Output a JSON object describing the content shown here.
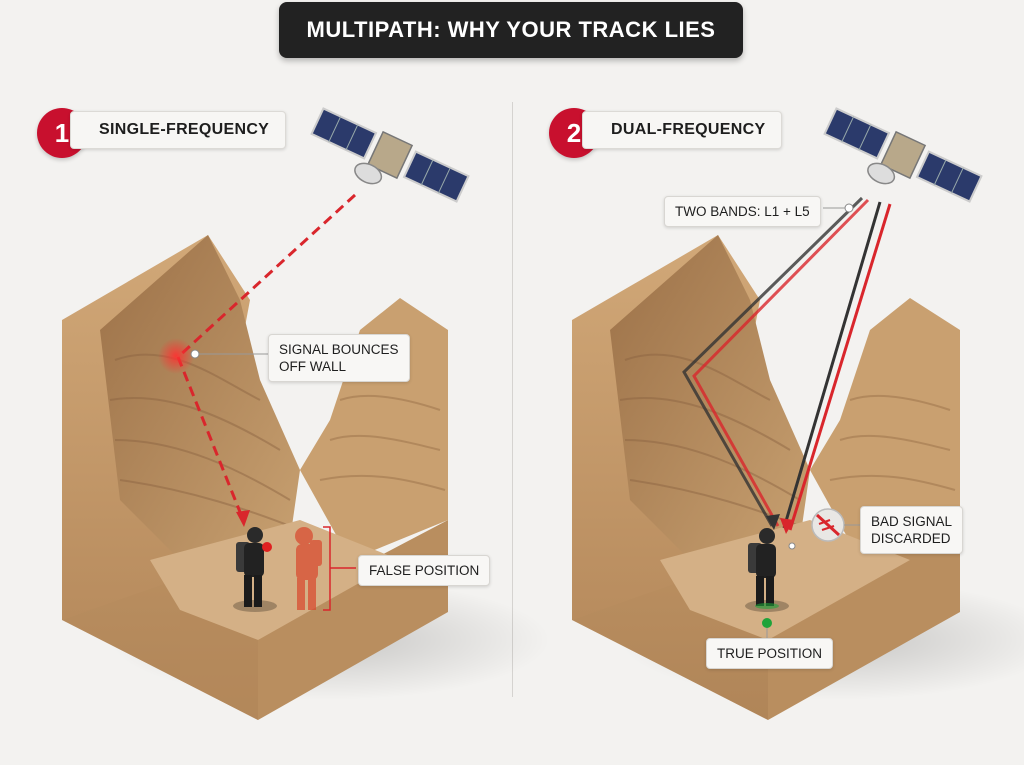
{
  "title": "MULTIPATH: WHY YOUR TRACK LIES",
  "panels": [
    {
      "number": "1",
      "label": "SINGLE-FREQUENCY",
      "callouts": {
        "bounce_line1": "SIGNAL BOUNCES",
        "bounce_line2": "OFF WALL",
        "false_position": "FALSE POSITION"
      }
    },
    {
      "number": "2",
      "label": "DUAL-FREQUENCY",
      "callouts": {
        "bands": "TWO BANDS: L1 + L5",
        "bad_line1": "BAD SIGNAL",
        "bad_line2": "DISCARDED",
        "true_position": "TRUE POSITION"
      }
    }
  ],
  "colors": {
    "accent_red": "#c8102e",
    "signal_red": "#d9262c",
    "signal_dark": "#333333",
    "rock": "#c39a6b",
    "rock_dark": "#a57c52",
    "true_green": "#1fa33a"
  }
}
